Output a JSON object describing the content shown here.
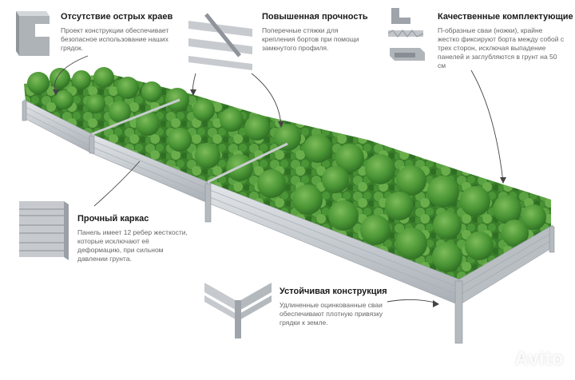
{
  "features": {
    "edges": {
      "title": "Отсутствие острых краев",
      "text": "Проект конструкции обеспечивает безопасное использование наших грядок."
    },
    "strength": {
      "title": "Повышенная прочность",
      "text": "Поперечные стяжки для крепления бортов при помощи замкнутого профиля."
    },
    "components": {
      "title": "Качественные комплектующие",
      "text": "П-образные сваи (ножки), крайне жестко фиксируют борта между собой с трех сторон, исключая выпадение панелей и заглубляются в грунт на 50 см"
    },
    "frame": {
      "title": "Прочный каркас",
      "text": "Панель имеет 12 ребер жесткости, которые исключают её деформацию, при сильном давлении грунта."
    },
    "stable": {
      "title": "Устойчивая конструкция",
      "text": "Удлиненные оцинкованные сваи обеспечивают плотную привязку грядки к земле."
    }
  },
  "watermark": "Avito",
  "colors": {
    "metal": "#c9cdd1",
    "metal_dark": "#9aa0a6",
    "leaf": "#3f8a2e",
    "leaf_light": "#6fb04e",
    "leaf_dark": "#2a6320"
  }
}
